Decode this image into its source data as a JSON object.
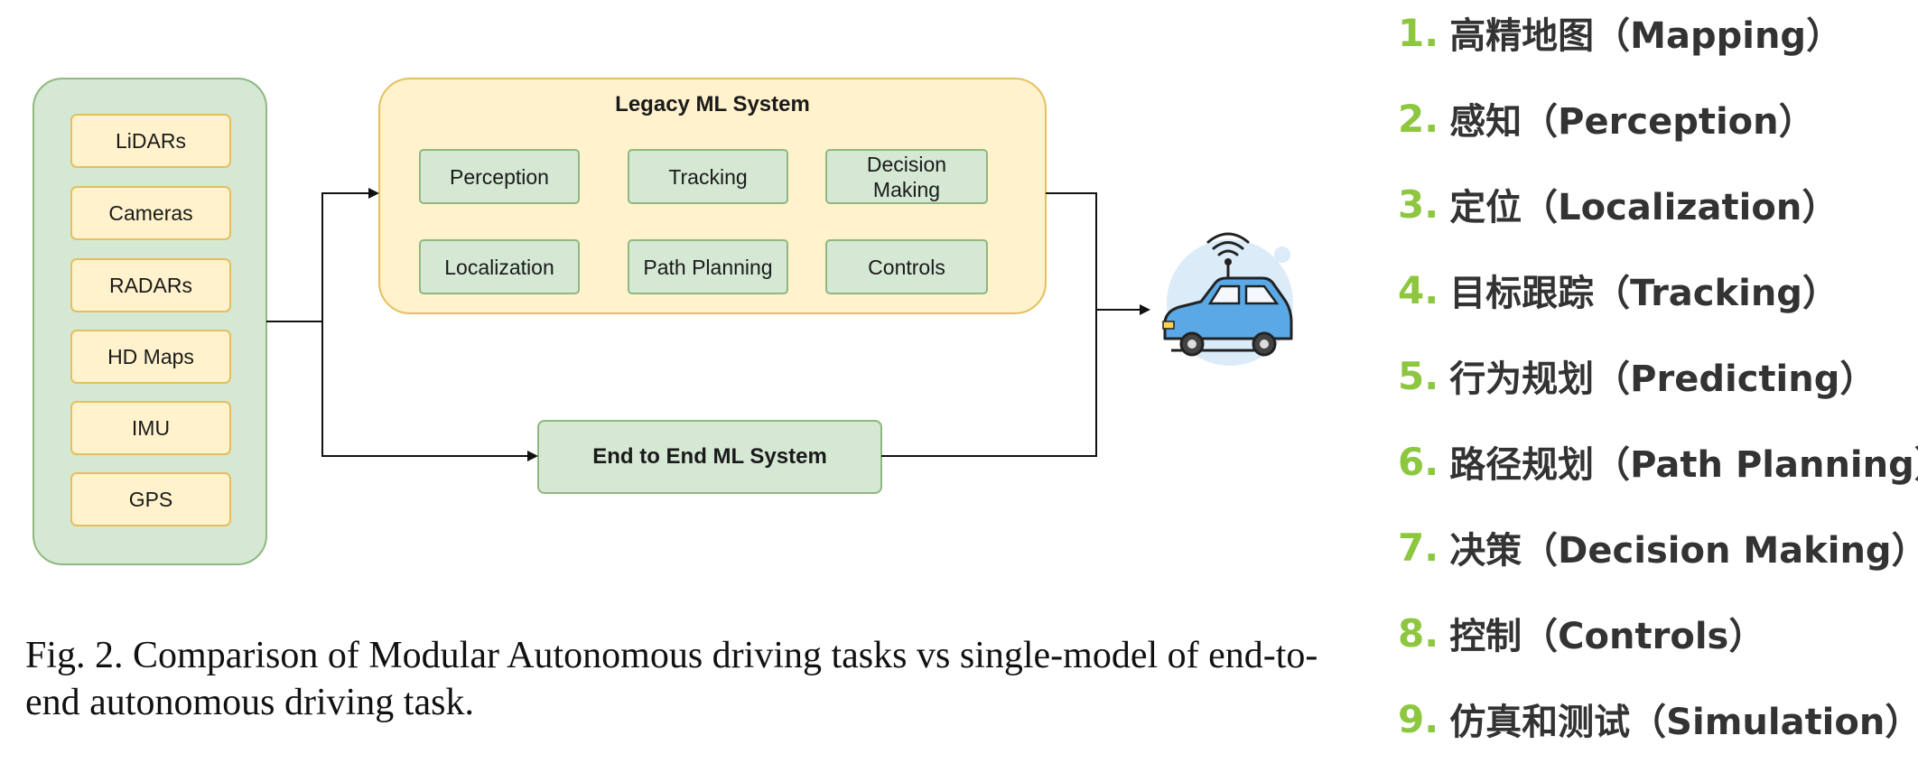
{
  "diagram": {
    "legacy_title": "Legacy ML System",
    "inputs": [
      "LiDARs",
      "Cameras",
      "RADARs",
      "HD Maps",
      "IMU",
      "GPS"
    ],
    "legacy_modules": [
      "Perception",
      "Tracking",
      "Decision Making",
      "Localization",
      "Path Planning",
      "Controls"
    ],
    "end_to_end": "End to End ML System",
    "vehicle_icon": "connected-car-icon"
  },
  "caption": "Fig. 2.   Comparison of Modular Autonomous driving tasks vs single-model of end-to-end autonomous driving task.",
  "tasks": [
    {
      "num": "1.",
      "text": "高精地图（Mapping）"
    },
    {
      "num": "2.",
      "text": "感知（Perception）"
    },
    {
      "num": "3.",
      "text": "定位（Localization）"
    },
    {
      "num": "4.",
      "text": "目标跟踪（Tracking）"
    },
    {
      "num": "5.",
      "text": "行为规划（Predicting）"
    },
    {
      "num": "6.",
      "text": "路径规划（Path Planning）"
    },
    {
      "num": "7.",
      "text": "决策（Decision Making）"
    },
    {
      "num": "8.",
      "text": "控制（Controls）"
    },
    {
      "num": "9.",
      "text": "仿真和测试（Simulation）"
    }
  ],
  "colors": {
    "input_panel": "#d5e8d4",
    "sensor_fill": "#fff2cc",
    "legacy_panel": "#fff2cc",
    "module_fill": "#d5e8d4",
    "task_number": "#8dc63f",
    "task_text": "#333333",
    "car_body": "#5aa9e6"
  }
}
